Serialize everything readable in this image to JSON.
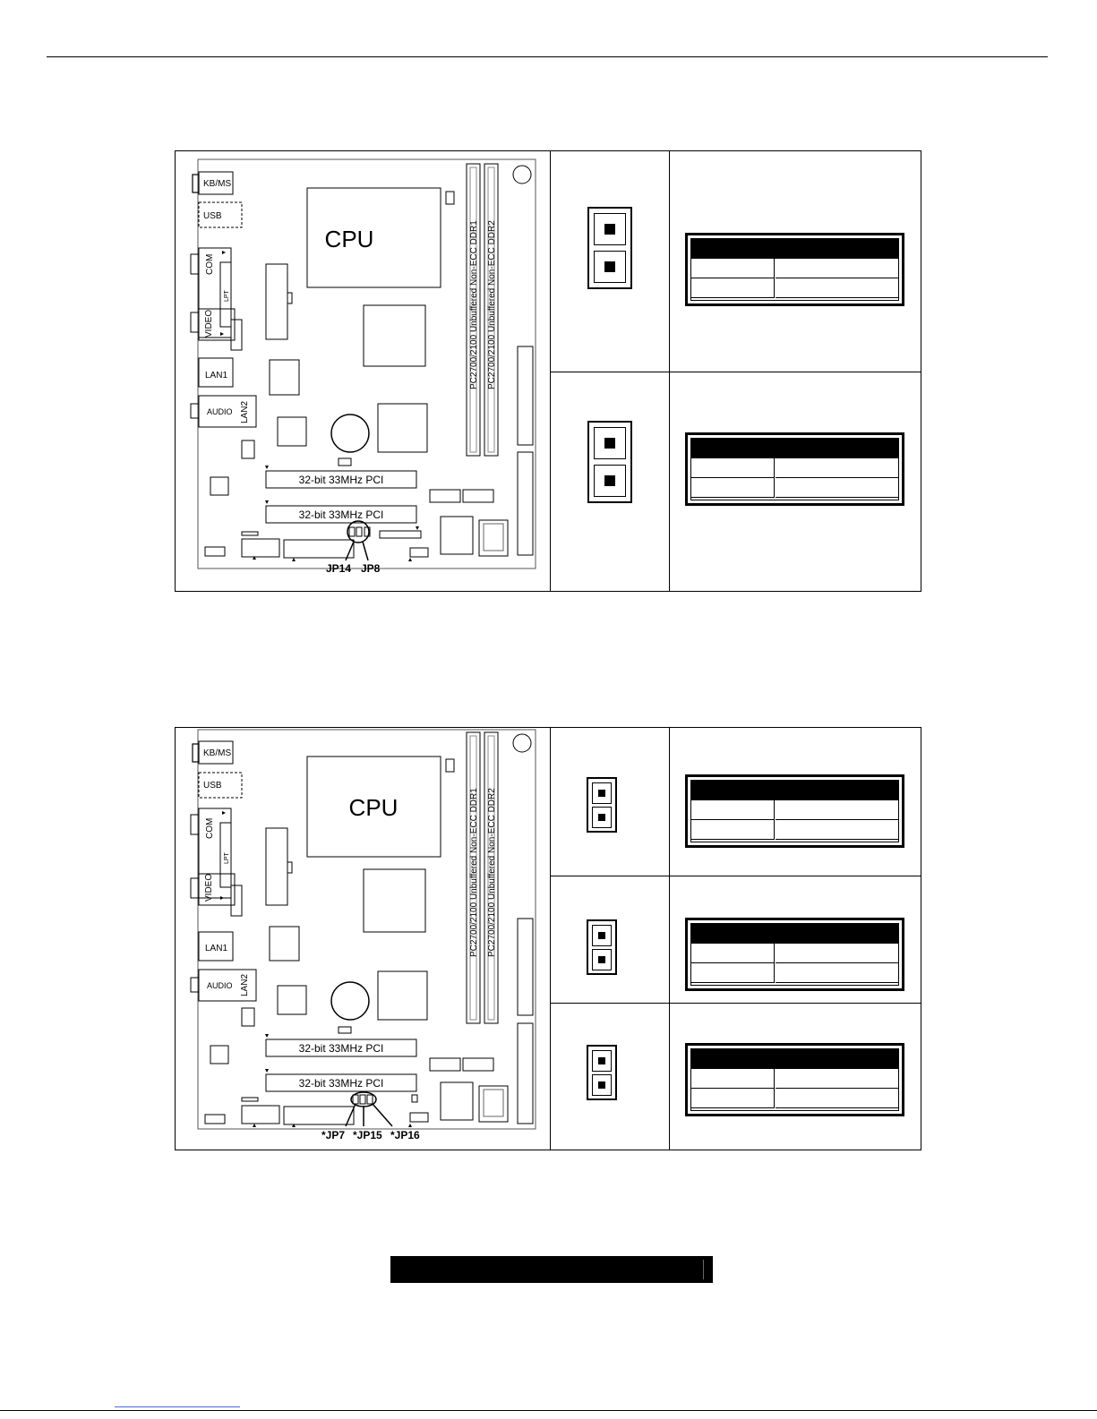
{
  "figure1": {
    "cpu_label": "CPU",
    "ports": {
      "kbms": "KB/MS",
      "usb": "USB",
      "com": "COM",
      "lpt": "LPT",
      "video": "VIDEO",
      "lan1": "LAN1",
      "audio": "AUDIO",
      "lan2": "LAN2"
    },
    "dimm1": "PC2700/2100 Unbuffered Non-ECC DDR1",
    "dimm2": "PC2700/2100 Unbuffered Non-ECC DDR2",
    "pci1": "32-bit 33MHz PCI",
    "pci2": "32-bit 33MHz PCI",
    "callouts": [
      "JP14",
      "JP8"
    ]
  },
  "figure2": {
    "cpu_label": "CPU",
    "ports": {
      "kbms": "KB/MS",
      "usb": "USB",
      "com": "COM",
      "lpt": "LPT",
      "video": "VIDEO",
      "lan1": "LAN1",
      "audio": "AUDIO",
      "lan2": "LAN2"
    },
    "dimm1": "PC2700/2100 Unbuffered Non-ECC DDR1",
    "dimm2": "PC2700/2100 Unbuffered Non-ECC DDR2",
    "pci1": "32-bit 33MHz PCI",
    "pci2": "32-bit 33MHz PCI",
    "callouts": [
      "*JP7",
      "*JP15",
      "*JP16"
    ]
  }
}
